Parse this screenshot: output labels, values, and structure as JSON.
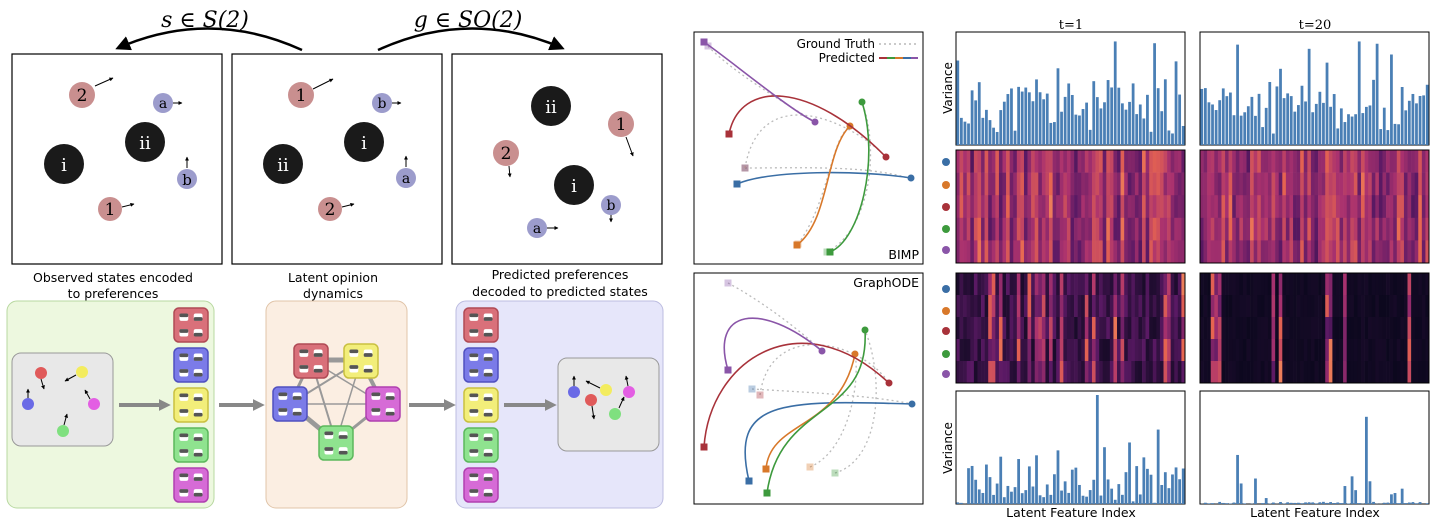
{
  "top_labels": {
    "reflection": "s ∈ S(2)",
    "rotation": "g ∈ SO(2)"
  },
  "captions": {
    "encode_1": "Observed states encoded",
    "encode_2": "to preferences",
    "latent_1": "Latent opinion",
    "latent_2": "dynamics",
    "decode_1": "Predicted preferences",
    "decode_2": "decoded to predicted states"
  },
  "token_labels": {
    "p1": "1",
    "p2": "2",
    "pa": "a",
    "pb": "b",
    "pi": "i",
    "pii": "ii"
  },
  "trajectory_panels": {
    "legend_gt": "Ground Truth",
    "legend_pred": "Predicted",
    "panel_top": "BIMP",
    "panel_bottom": "GraphODE"
  },
  "heatmap_panels": {
    "col_t1": "t=1",
    "col_t20": "t=20",
    "ylabel_variance": "Variance",
    "xlabel": "Latent Feature Index"
  },
  "colors": {
    "node_red": "#d9707a",
    "node_blue": "#7b7be8",
    "node_yellow": "#f2ee7a",
    "node_green": "#8fe38f",
    "node_magenta": "#d66bd6",
    "token_pink": "#c98f8f",
    "token_lavender": "#9c9ccc",
    "bar_blue": "#4a7fb5",
    "agent_1": "#3a6ea5",
    "agent_2": "#d8782a",
    "agent_3": "#a8323a",
    "agent_4": "#3d9a3d",
    "agent_5": "#8a55a8"
  }
}
